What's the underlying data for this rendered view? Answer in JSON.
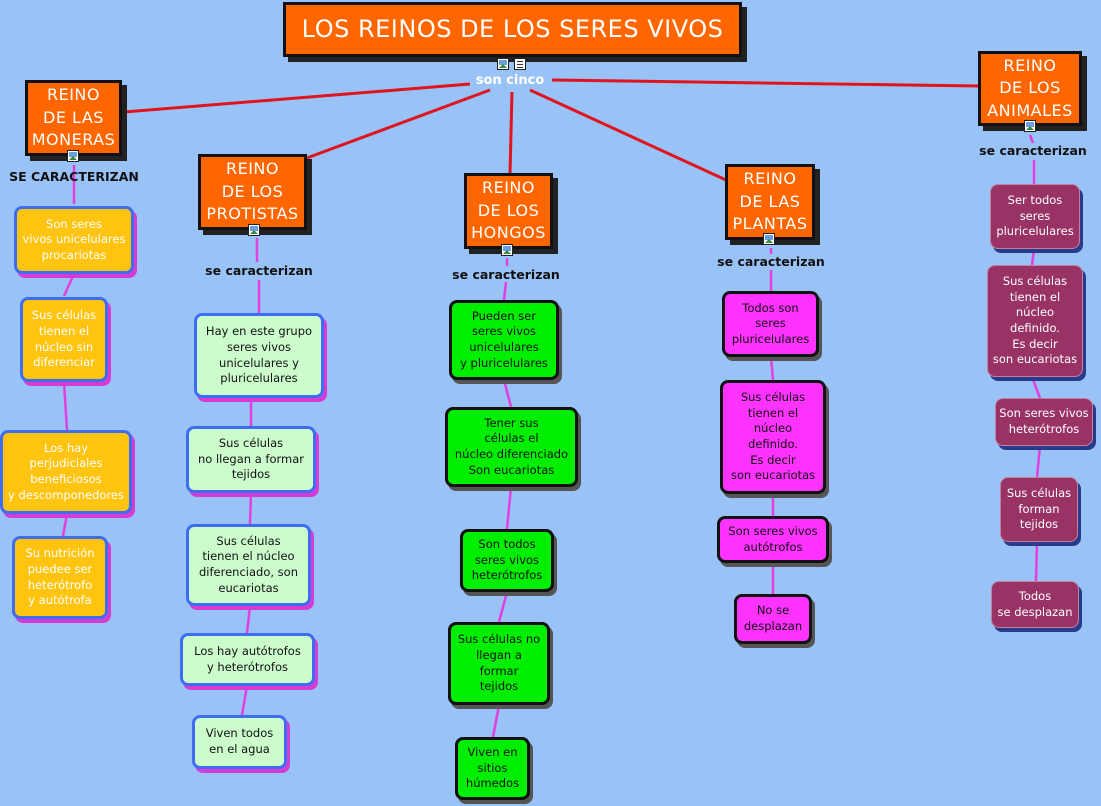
{
  "title": "LOS REINOS DE LOS SERES VIVOS",
  "root_link": "son cinco",
  "colors": {
    "background": "#99c2f7",
    "kingdom": "#ff6600",
    "link_main": "#e0141e",
    "link_branch": "#e040e0",
    "moneras": "#ffc410",
    "protistas": "#ccfccc",
    "hongos": "#00ee00",
    "plantas": "#ff33ff",
    "animales": "#993366"
  },
  "kingdoms": {
    "moneras": {
      "label": "REINO\nDE LAS\nMONERAS",
      "link": "SE CARACTERIZAN",
      "items": [
        "Son seres\nvivos unicelulares\nprocariotas",
        "Sus células\ntienen el\nnúcleo sin\ndiferenciar",
        "Los hay\nperjudiciales\nbeneficiosos\ny descomponedores",
        "Su nutrición\npuedee ser\nheterótrofo\ny autótrofa"
      ]
    },
    "protistas": {
      "label": "REINO\nDE LOS\nPROTISTAS",
      "link": "se caracterizan",
      "items": [
        "Hay en este grupo\nseres vivos\nunicelulares y\npluricelulares",
        "Sus células\nno llegan a formar\ntejidos",
        "Sus células\ntienen el núcleo\ndiferenciado, son\neucariotas",
        "Los hay autótrofos\ny heterótrofos",
        "Viven todos\nen el agua"
      ]
    },
    "hongos": {
      "label": "REINO\nDE LOS\nHONGOS",
      "link": "se caracterizan",
      "items": [
        "Pueden ser\nseres vivos\nunicelulares\ny pluricelulares",
        "Tener sus\ncélulas el\nnúcleo diferenciado\nSon eucariotas",
        "Son todos\nseres vivos\nheterótrofos",
        "Sus células no\nllegan a\nformar\ntejidos",
        "Viven en\nsitios\nhúmedos"
      ]
    },
    "plantas": {
      "label": "REINO\nDE LAS\nPLANTAS",
      "link": "se caracterizan",
      "items": [
        "Todos son\nseres\npluricelulares",
        "Sus células\ntienen el\nnúcleo\ndefinido.\nEs decir\nson eucariotas",
        "Son seres vivos\nautótrofos",
        "No se\ndesplazan"
      ]
    },
    "animales": {
      "label": "REINO\nDE LOS\nANIMALES",
      "link": "se caracterizan",
      "items": [
        "Ser todos\nseres\npluricelulares",
        "Sus células\ntienen el\nnúcleo\ndefinido.\nEs decir\nson eucariotas",
        "Son seres vivos\nheterótrofos",
        "Sus células\nforman\ntejidos",
        "Todos\nse desplazan"
      ]
    }
  }
}
